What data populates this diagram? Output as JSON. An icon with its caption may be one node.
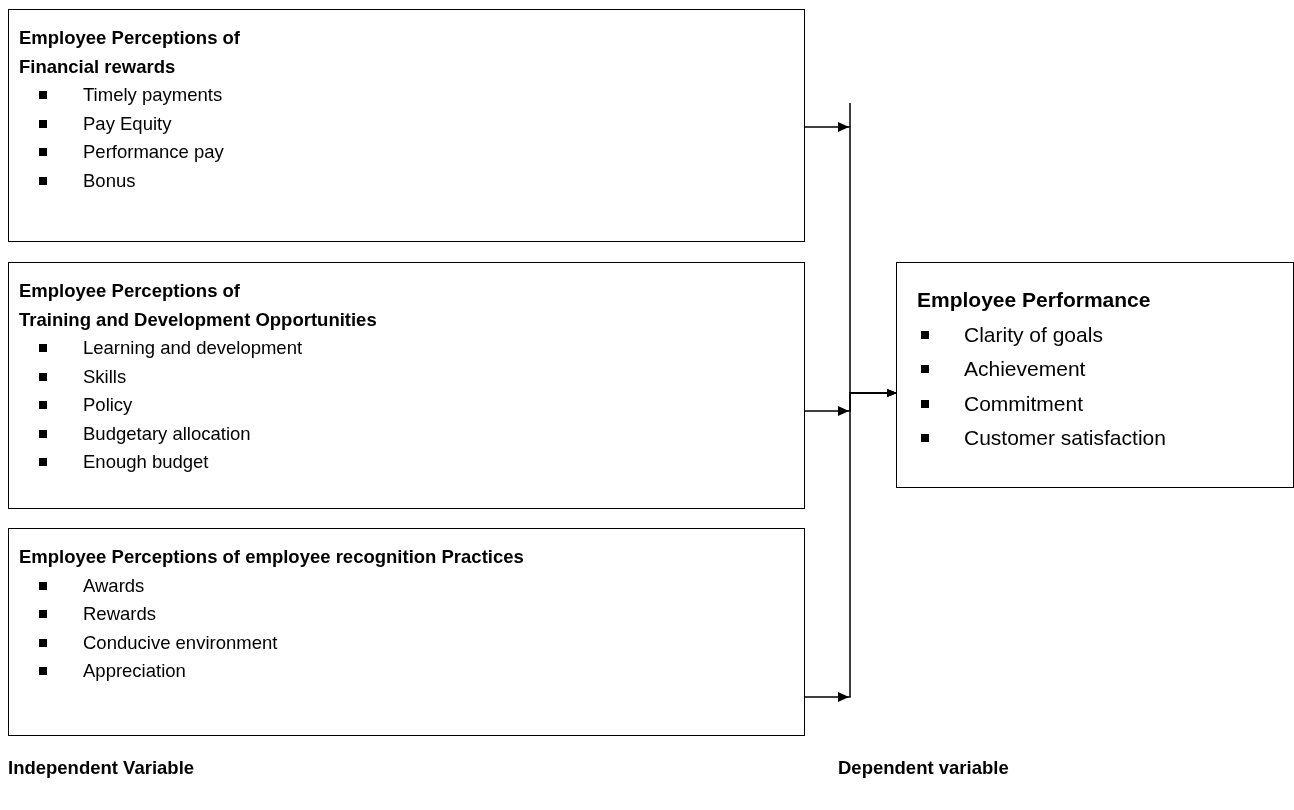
{
  "diagram": {
    "nodes": [
      {
        "text": [
          "Employee Perceptions of",
          "Financial rewards",
          "Timely payments",
          "Pay Equity",
          "Performance pay",
          "Bonus"
        ]
      },
      {
        "text": [
          "Employee Perceptions of",
          "Training and Development Opportunities",
          "Learning and development",
          "Skills",
          "Policy",
          "Budgetary allocation",
          "Enough budget"
        ]
      },
      {
        "text": [
          "Employee Perceptions of employee recognition Practices",
          "Awards",
          "Rewards",
          "Conducive environment",
          "Appreciation"
        ]
      },
      {
        "text": [
          "Employee Performance",
          "Clarity of goals",
          "Achievement",
          "Commitment",
          "Customer satisfaction"
        ]
      }
    ],
    "edges": [
      {
        "from": 0,
        "to": 3,
        "arrow": "to"
      },
      {
        "from": 1,
        "to": 3,
        "arrow": "to"
      },
      {
        "from": 2,
        "to": 3,
        "arrow": "to"
      }
    ],
    "labels": [
      "Independent Variable",
      "Dependent variable"
    ]
  }
}
